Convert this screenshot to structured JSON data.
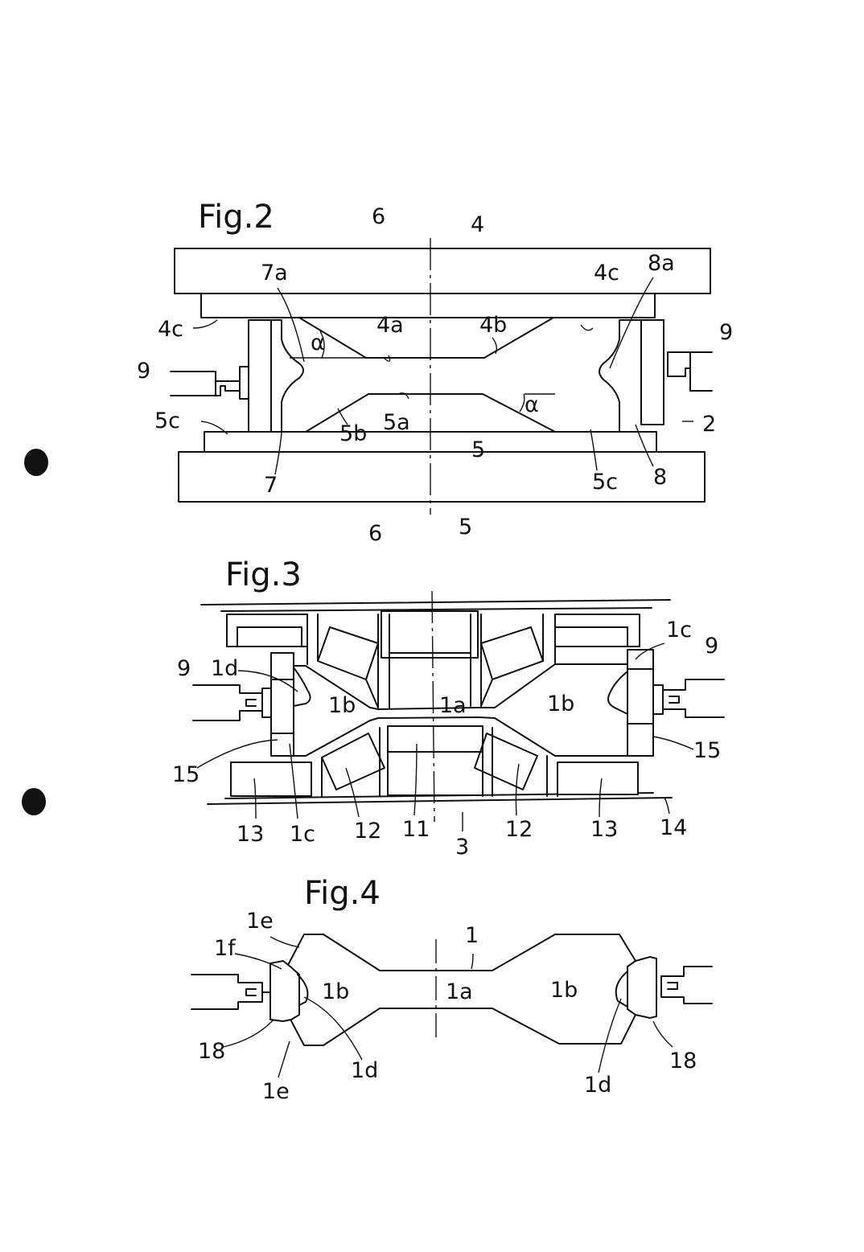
{
  "figures": {
    "fig2": {
      "title": "Fig.2",
      "labels": {
        "n6_top": "6",
        "n4_top": "4",
        "n7a": "7a",
        "n4c_right": "4c",
        "n8a": "8a",
        "n4c_left": "4c",
        "n4a": "4a",
        "n4b": "4b",
        "n9_left": "9",
        "n9_right": "9",
        "alpha_left": "α",
        "alpha_right": "α",
        "n5c_left": "5c",
        "n5b": "5b",
        "n5a": "5a",
        "n2": "2",
        "n7": "7",
        "n5_mid": "5",
        "n5c_right": "5c",
        "n8": "8",
        "n6_bottom": "6",
        "n5_bottom": "5"
      }
    },
    "fig3": {
      "title": "Fig.3",
      "labels": {
        "n9_left": "9",
        "n1d": "1d",
        "n1c_right": "1c",
        "n9_right": "9",
        "n1b_left": "1b",
        "n1a": "1a",
        "n1b_right": "1b",
        "n15_left": "15",
        "n15_right": "15",
        "n13_left": "13",
        "n1c_bottom": "1c",
        "n12_left": "12",
        "n11": "11",
        "n3": "3",
        "n12_right": "12",
        "n13_right": "13",
        "n14": "14"
      }
    },
    "fig4": {
      "title": "Fig.4",
      "labels": {
        "n1e_top": "1e",
        "n1": "1",
        "n1f": "1f",
        "n1b_left": "1b",
        "n1a": "1a",
        "n1b_right": "1b",
        "n18_left": "18",
        "n1d_left": "1d",
        "n1e_bottom": "1e",
        "n1d_right": "1d",
        "n18_right": "18"
      }
    }
  }
}
